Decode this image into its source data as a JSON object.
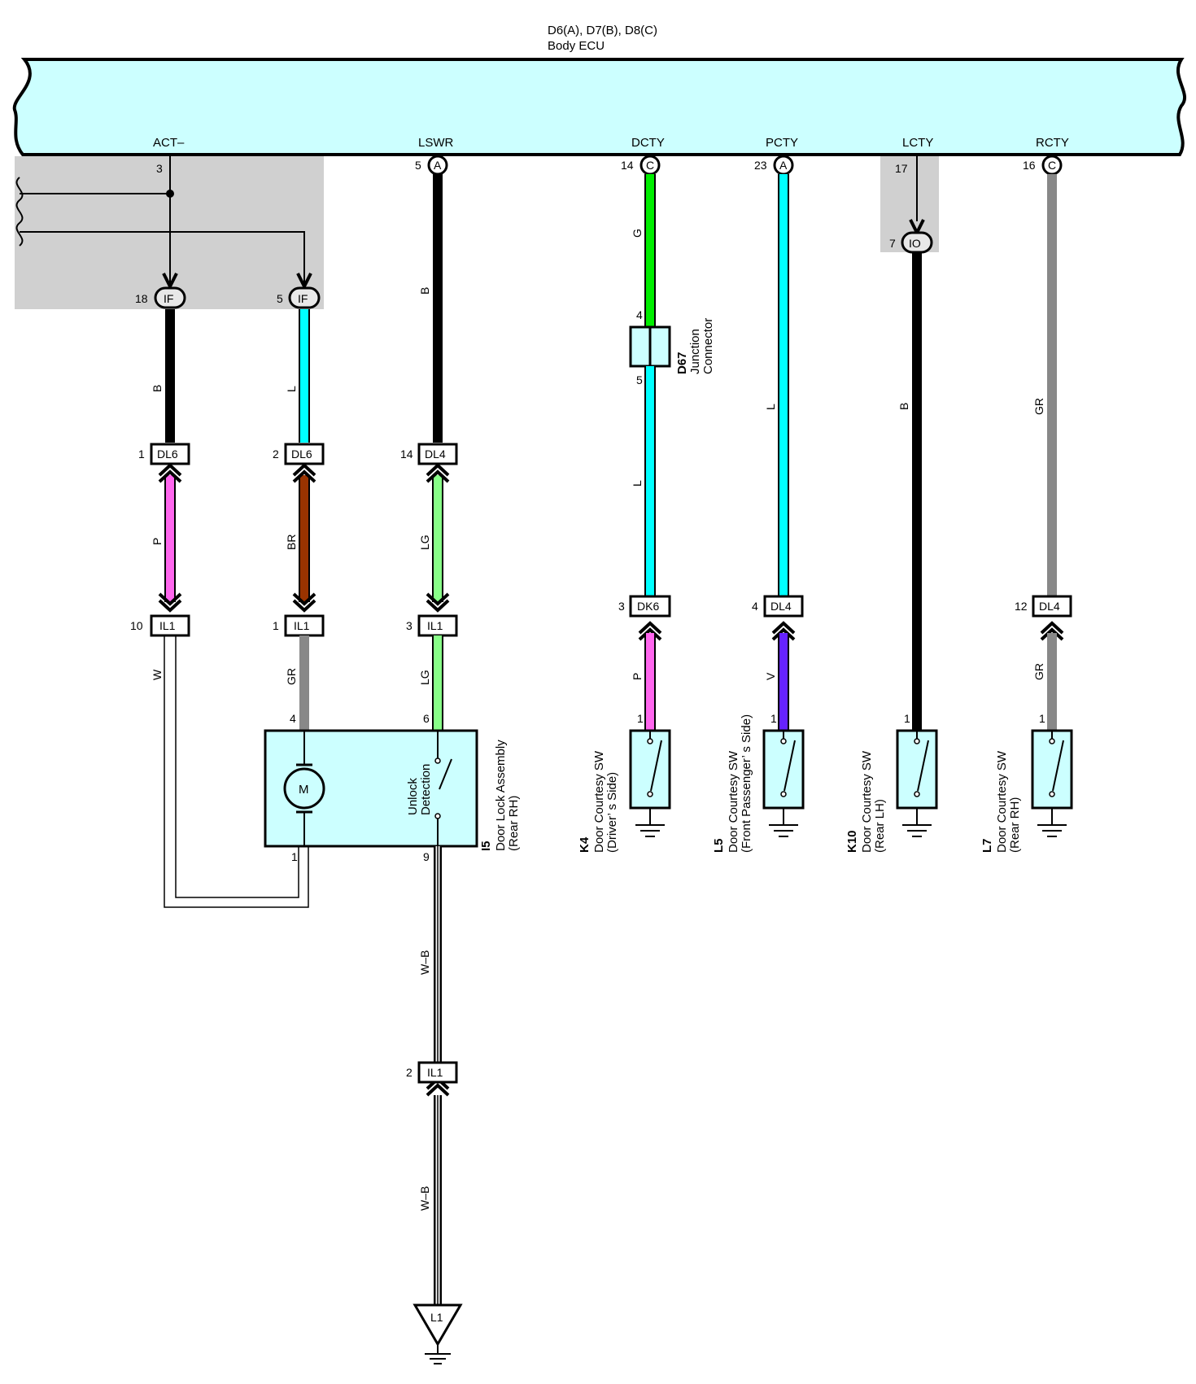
{
  "header": {
    "title": "D6(A), D7(B), D8(C)",
    "subtitle": "Body ECU"
  },
  "ecu_terminals": {
    "act": "ACT–",
    "lswr": "LSWR",
    "dcty": "DCTY",
    "pcty": "PCTY",
    "lcty": "LCTY",
    "rcty": "RCTY"
  },
  "ecu_pins": {
    "act": "3",
    "lswr": "5",
    "lswr_conn": "A",
    "dcty": "14",
    "dcty_conn": "C",
    "pcty": "23",
    "pcty_conn": "A",
    "lcty": "17",
    "rcty": "16",
    "rcty_conn": "C"
  },
  "connectors": {
    "if_a_pin": "18",
    "if_a": "IF",
    "if_b_pin": "5",
    "if_b": "IF",
    "io_pin": "7",
    "io": "IO",
    "dl6_a_pin": "1",
    "dl6_a": "DL6",
    "dl6_b_pin": "2",
    "dl6_b": "DL6",
    "dl4_a_pin": "14",
    "dl4_a": "DL4",
    "il1_a_pin": "10",
    "il1_a": "IL1",
    "il1_b_pin": "1",
    "il1_b": "IL1",
    "il1_c_pin": "3",
    "il1_c": "IL1",
    "dk6_pin": "3",
    "dk6": "DK6",
    "dl4_b_pin": "4",
    "dl4_b": "DL4",
    "dl4_c_pin": "12",
    "dl4_c": "DL4",
    "il1_d_pin": "2",
    "il1_d": "IL1",
    "ground_l1": "L1"
  },
  "wire_colors": {
    "act_upper": "B",
    "if5_upper": "L",
    "lswr_upper": "B",
    "dcty_upper": "G",
    "dcty_lower": "L",
    "pcty_upper": "L",
    "lcty": "B",
    "rcty_upper": "GR",
    "act_mid": "P",
    "if5_mid": "BR",
    "lswr_mid": "LG",
    "il1_10_lower": "W",
    "il1_1_lower": "GR",
    "il1_3_lower": "LG",
    "k4_wire": "P",
    "l5_wire": "V",
    "l7_wire": "GR",
    "ground_wire_a": "W–B",
    "ground_wire_b": "W–B"
  },
  "colors": {
    "B": "#000000",
    "L": "#00ffff",
    "G": "#00ee00",
    "P": "#ff66ee",
    "BR": "#993300",
    "LG": "#88ff88",
    "GR": "#888888",
    "V": "#6622ff",
    "W": "#ffffff",
    "ecu_fill": "#ccffff",
    "shade": "#d0d0d0"
  },
  "junction": {
    "code": "D67",
    "line1": "Junction",
    "line2": "Connector",
    "pin_in": "4",
    "pin_out": "5"
  },
  "door_lock": {
    "code": "I5",
    "line1": "Door Lock Assembly",
    "line2": "(Rear RH)",
    "motor": "M",
    "detect1": "Unlock",
    "detect2": "Detection",
    "pin_motor_top": "4",
    "pin_switch_top": "6",
    "pin_motor_bottom": "1",
    "pin_switch_bottom": "9"
  },
  "switches": [
    {
      "code": "K4",
      "line1": "Door Courtesy SW",
      "line2": "(Driver’ s Side)",
      "pin": "1"
    },
    {
      "code": "L5",
      "line1": "Door Courtesy SW",
      "line2": "(Front Passenger’ s Side)",
      "pin": "1"
    },
    {
      "code": "K10",
      "line1": "Door Courtesy SW",
      "line2": "(Rear LH)",
      "pin": "1"
    },
    {
      "code": "L7",
      "line1": "Door Courtesy SW",
      "line2": "(Rear RH)",
      "pin": "1"
    }
  ]
}
